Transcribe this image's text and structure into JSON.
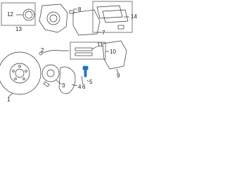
{
  "diagram": {
    "callouts": [
      {
        "id": "c1",
        "text": "1"
      },
      {
        "id": "c2",
        "text": "2"
      },
      {
        "id": "c3",
        "text": "3"
      },
      {
        "id": "c4",
        "text": "4"
      },
      {
        "id": "c5",
        "text": "5"
      },
      {
        "id": "c6",
        "text": "6"
      },
      {
        "id": "c7",
        "text": "7"
      },
      {
        "id": "c8",
        "text": "8"
      },
      {
        "id": "c9",
        "text": "9"
      },
      {
        "id": "c10",
        "text": "10"
      },
      {
        "id": "c11",
        "text": "11"
      },
      {
        "id": "c12",
        "text": "12"
      },
      {
        "id": "c13",
        "text": "13"
      },
      {
        "id": "c14",
        "text": "14"
      }
    ],
    "colors": {
      "line": "#333333",
      "highlight": "#1e73c8",
      "box": "#444444"
    }
  }
}
